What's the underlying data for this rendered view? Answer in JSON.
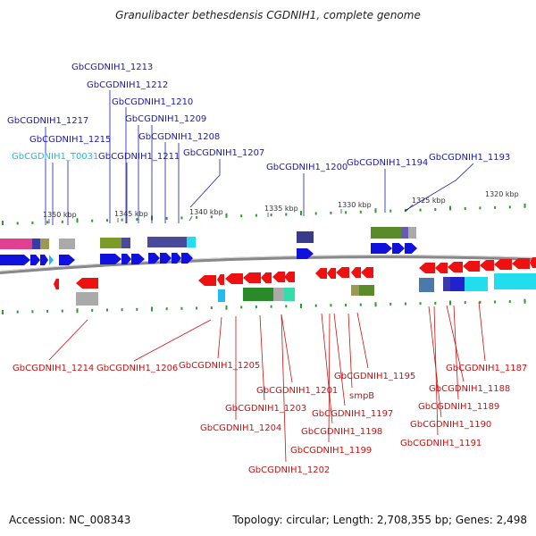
{
  "title": "Granulibacter bethesdensis CGDNIH1, complete genome",
  "footer": {
    "accession": "Accession: NC_008343",
    "summary": "Topology: circular; Length: 2,708,355 bp; Genes: 2,498"
  },
  "colors": {
    "forward_arrow": "#1111dd",
    "reverse_arrow": "#ee1111",
    "forward_label": "#1a1ab0",
    "reverse_label": "#cc1111",
    "rna_label": "#22bbdd",
    "tick": "#2e9a2e",
    "backbone": "#888888",
    "label_gray": "#333333"
  },
  "kbp_ticks": [
    "1350 kbp",
    "1345 kbp",
    "1340 kbp",
    "1335 kbp",
    "1330 kbp",
    "1325 kbp",
    "1320 kbp"
  ],
  "forward_genes": [
    "GbCGDNIH1_1213",
    "GbCGDNIH1_1212",
    "GbCGDNIH1_1210",
    "GbCGDNIH1_1217",
    "GbCGDNIH1_1209",
    "GbCGDNIH1_1215",
    "GbCGDNIH1_1208",
    "GbCGDNIH1_T0031",
    "GbCGDNIH1_1211",
    "GbCGDNIH1_1207",
    "GbCGDNIH1_1200",
    "GbCGDNIH1_1194",
    "GbCGDNIH1_1193"
  ],
  "reverse_genes": [
    "GbCGDNIH1_1214",
    "GbCGDNIH1_1206",
    "GbCGDNIH1_1205",
    "GbCGDNIH1_1195",
    "GbCGDNIH1_1187",
    "GbCGDNIH1_1201",
    "smpB",
    "GbCGDNIH1_1188",
    "GbCGDNIH1_1203",
    "GbCGDNIH1_1197",
    "GbCGDNIH1_1189",
    "GbCGDNIH1_1204",
    "GbCGDNIH1_1198",
    "GbCGDNIH1_1190",
    "GbCGDNIH1_1191",
    "GbCGDNIH1_1199",
    "GbCGDNIH1_1202"
  ]
}
